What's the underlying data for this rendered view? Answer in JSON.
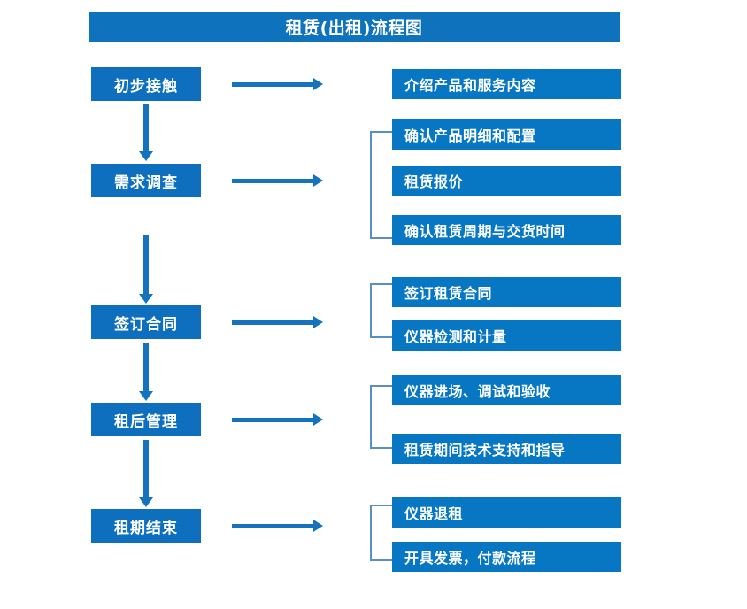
{
  "title": "租赁(出租)流程图",
  "colors": {
    "title_bar": "#0f72bd",
    "stage_box": "#0d6fbe",
    "detail_box": "#0777c4",
    "arrow": "#1573be",
    "bracket": "#5a8fc4",
    "text": "#ffffff",
    "background": "#ffffff"
  },
  "stages": [
    {
      "label": "初步接触"
    },
    {
      "label": "需求调查"
    },
    {
      "label": "签订合同"
    },
    {
      "label": "租后管理"
    },
    {
      "label": "租期结束"
    }
  ],
  "details": [
    {
      "label": "介绍产品和服务内容"
    },
    {
      "label": "确认产品明细和配置"
    },
    {
      "label": "租赁报价"
    },
    {
      "label": "确认租赁周期与交货时间"
    },
    {
      "label": "签订租赁合同"
    },
    {
      "label": "仪器检测和计量"
    },
    {
      "label": "仪器进场、调试和验收"
    },
    {
      "label": "租赁期间技术支持和指导"
    },
    {
      "label": "仪器退租"
    },
    {
      "label": "开具发票，付款流程"
    }
  ],
  "connectors": {
    "horizontal_arrow_count": 5,
    "vertical_arrow_count": 4,
    "bracket_count": 4
  }
}
